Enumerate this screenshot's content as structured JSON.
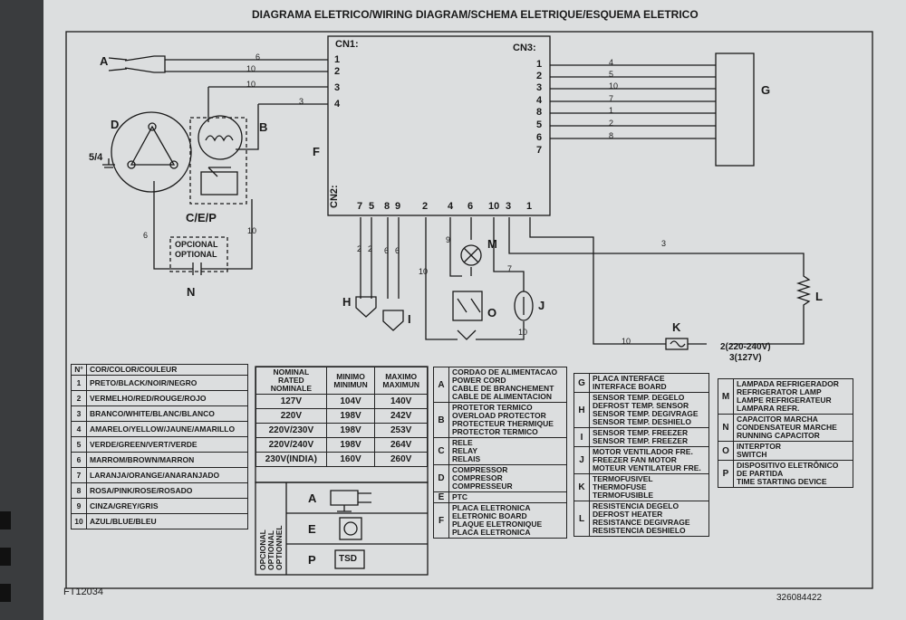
{
  "title": "DIAGRAMA ELETRICO/WIRING DIAGRAM/SCHEMA ELETRIQUE/ESQUEMA ELETRICO",
  "footer_left": "FT12034",
  "footer_right": "326084422",
  "board": {
    "cn1": "CN1:",
    "cn2": "CN2:",
    "cn3": "CN3:",
    "cn1_pins": [
      "1",
      "2",
      "3",
      "4"
    ],
    "cn3_pins": [
      "1",
      "2",
      "3",
      "4",
      "8",
      "5",
      "6",
      "7"
    ],
    "cn2_pins": [
      "7",
      "5",
      "8",
      "9",
      "2",
      "4",
      "6",
      "10",
      "3",
      "1"
    ],
    "label": "F"
  },
  "components": {
    "A": "A",
    "B": "B",
    "C_E_P": "C/E/P",
    "D": "D",
    "D_rating": "5/4",
    "G": "G",
    "H": "H",
    "I": "I",
    "J": "J",
    "K": "K",
    "L": "L",
    "M": "M",
    "N": "N",
    "O": "O",
    "optional_1": "OPCIONAL",
    "optional_2": "OPTIONAL"
  },
  "wires": {
    "cn1_a": [
      "6",
      "10",
      "10",
      "3"
    ],
    "cn3_g": [
      "4",
      "5",
      "10",
      "7",
      "1",
      "2",
      "8"
    ],
    "n_left": "6",
    "n_right": "10",
    "h_pair": [
      "2",
      "2"
    ],
    "i_pair": [
      "6",
      "6"
    ],
    "vertical_10": "10",
    "m_wire": "9",
    "o_wire": "7",
    "j_wire": "10",
    "l_wire": "3",
    "k_wire": "10",
    "k_voltage_1": "2(220-240V)",
    "k_voltage_2": "3(127V)"
  },
  "color_table": {
    "header_num": "N°",
    "header": "COR/COLOR/COULEUR",
    "rows": [
      {
        "n": "1",
        "name": "PRETO/BLACK/NOIR/NEGRO"
      },
      {
        "n": "2",
        "name": "VERMELHO/RED/ROUGE/ROJO"
      },
      {
        "n": "3",
        "name": "BRANCO/WHITE/BLANC/BLANCO"
      },
      {
        "n": "4",
        "name": "AMARELO/YELLOW/JAUNE/AMARILLO"
      },
      {
        "n": "5",
        "name": "VERDE/GREEN/VERT/VERDE"
      },
      {
        "n": "6",
        "name": "MARROM/BROWN/MARRON"
      },
      {
        "n": "7",
        "name": "LARANJA/ORANGE/ANARANJADO"
      },
      {
        "n": "8",
        "name": "ROSA/PINK/ROSE/ROSADO"
      },
      {
        "n": "9",
        "name": "CINZA/GREY/GRIS"
      },
      {
        "n": "10",
        "name": "AZUL/BLUE/BLEU"
      }
    ]
  },
  "voltage_table": {
    "h_nominal": [
      "NOMINAL",
      "RATED",
      "NOMINALE"
    ],
    "h_min": [
      "MINIMO",
      "MINIMUN"
    ],
    "h_max": [
      "MAXIMO",
      "MAXIMUN"
    ],
    "rows": [
      {
        "nom": "127V",
        "min": "104V",
        "max": "140V"
      },
      {
        "nom": "220V",
        "min": "198V",
        "max": "242V"
      },
      {
        "nom": "220V/230V",
        "min": "198V",
        "max": "253V"
      },
      {
        "nom": "220V/240V",
        "min": "198V",
        "max": "264V"
      },
      {
        "nom": "230V(INDIA)",
        "min": "160V",
        "max": "260V"
      }
    ]
  },
  "optional_box": {
    "side": [
      "OPCIONAL",
      "OPTIONAL",
      "OPTIONNEL"
    ],
    "a": "A",
    "e": "E",
    "p": "P",
    "tsd": "TSD"
  },
  "legend_1": [
    {
      "k": "A",
      "lines": [
        "CORDAO DE ALIMENTACAO",
        "POWER CORD",
        "CABLE DE BRANCHEMENT",
        "CABLE DE ALIMENTACION"
      ]
    },
    {
      "k": "B",
      "lines": [
        "PROTETOR TERMICO",
        "OVERLOAD PROTECTOR",
        "PROTECTEUR THERMIQUE",
        "PROTECTOR TERMICO"
      ]
    },
    {
      "k": "C",
      "lines": [
        "RELE",
        "RELAY",
        "RELAIS"
      ]
    },
    {
      "k": "D",
      "lines": [
        "COMPRESSOR",
        "COMPRESOR",
        "COMPRESSEUR"
      ]
    },
    {
      "k": "E",
      "lines": [
        "PTC"
      ]
    },
    {
      "k": "F",
      "lines": [
        "PLACA ELETRONICA",
        "ELETRONIC BOARD",
        "PLAQUE ELETRONIQUE",
        "PLACA ELETRONICA"
      ]
    }
  ],
  "legend_2": [
    {
      "k": "G",
      "lines": [
        "PLACA INTERFACE",
        "INTERFACE BOARD"
      ]
    },
    {
      "k": "H",
      "lines": [
        "SENSOR TEMP. DEGELO",
        "DEFROST TEMP. SENSOR",
        "SENSOR TEMP. DEGIVRAGE",
        "SENSOR TEMP. DESHIELO"
      ]
    },
    {
      "k": "I",
      "lines": [
        "SENSOR TEMP. FREEZER",
        "SENSOR TEMP. FREEZER"
      ]
    },
    {
      "k": "J",
      "lines": [
        "MOTOR VENTILADOR FRE.",
        "FREEZER FAN MOTOR",
        "MOTEUR VENTILATEUR FRE."
      ]
    },
    {
      "k": "K",
      "lines": [
        "TERMOFUSIVEL",
        "THERMOFUSE",
        "TERMOFUSIBLE"
      ]
    },
    {
      "k": "L",
      "lines": [
        "RESISTENCIA DEGELO",
        "DEFROST HEATER",
        "RESISTANCE DEGIVRAGE",
        "RESISTENCIA DESHIELO"
      ]
    }
  ],
  "legend_3": [
    {
      "k": "M",
      "lines": [
        "LAMPADA REFRIGERADOR",
        "REFRIGERATOR LAMP",
        "LAMPE REFRIGERATEUR",
        "LAMPARA REFR."
      ]
    },
    {
      "k": "N",
      "lines": [
        "CAPACITOR MARCHA",
        "CONDENSATEUR MARCHE",
        "RUNNING CAPACITOR"
      ]
    },
    {
      "k": "O",
      "lines": [
        "INTERPTOR",
        "SWITCH"
      ]
    },
    {
      "k": "P",
      "lines": [
        "DISPOSITIVO ELETRÔNICO",
        "DE PARTIDA",
        "TIME STARTING DEVICE"
      ]
    }
  ]
}
